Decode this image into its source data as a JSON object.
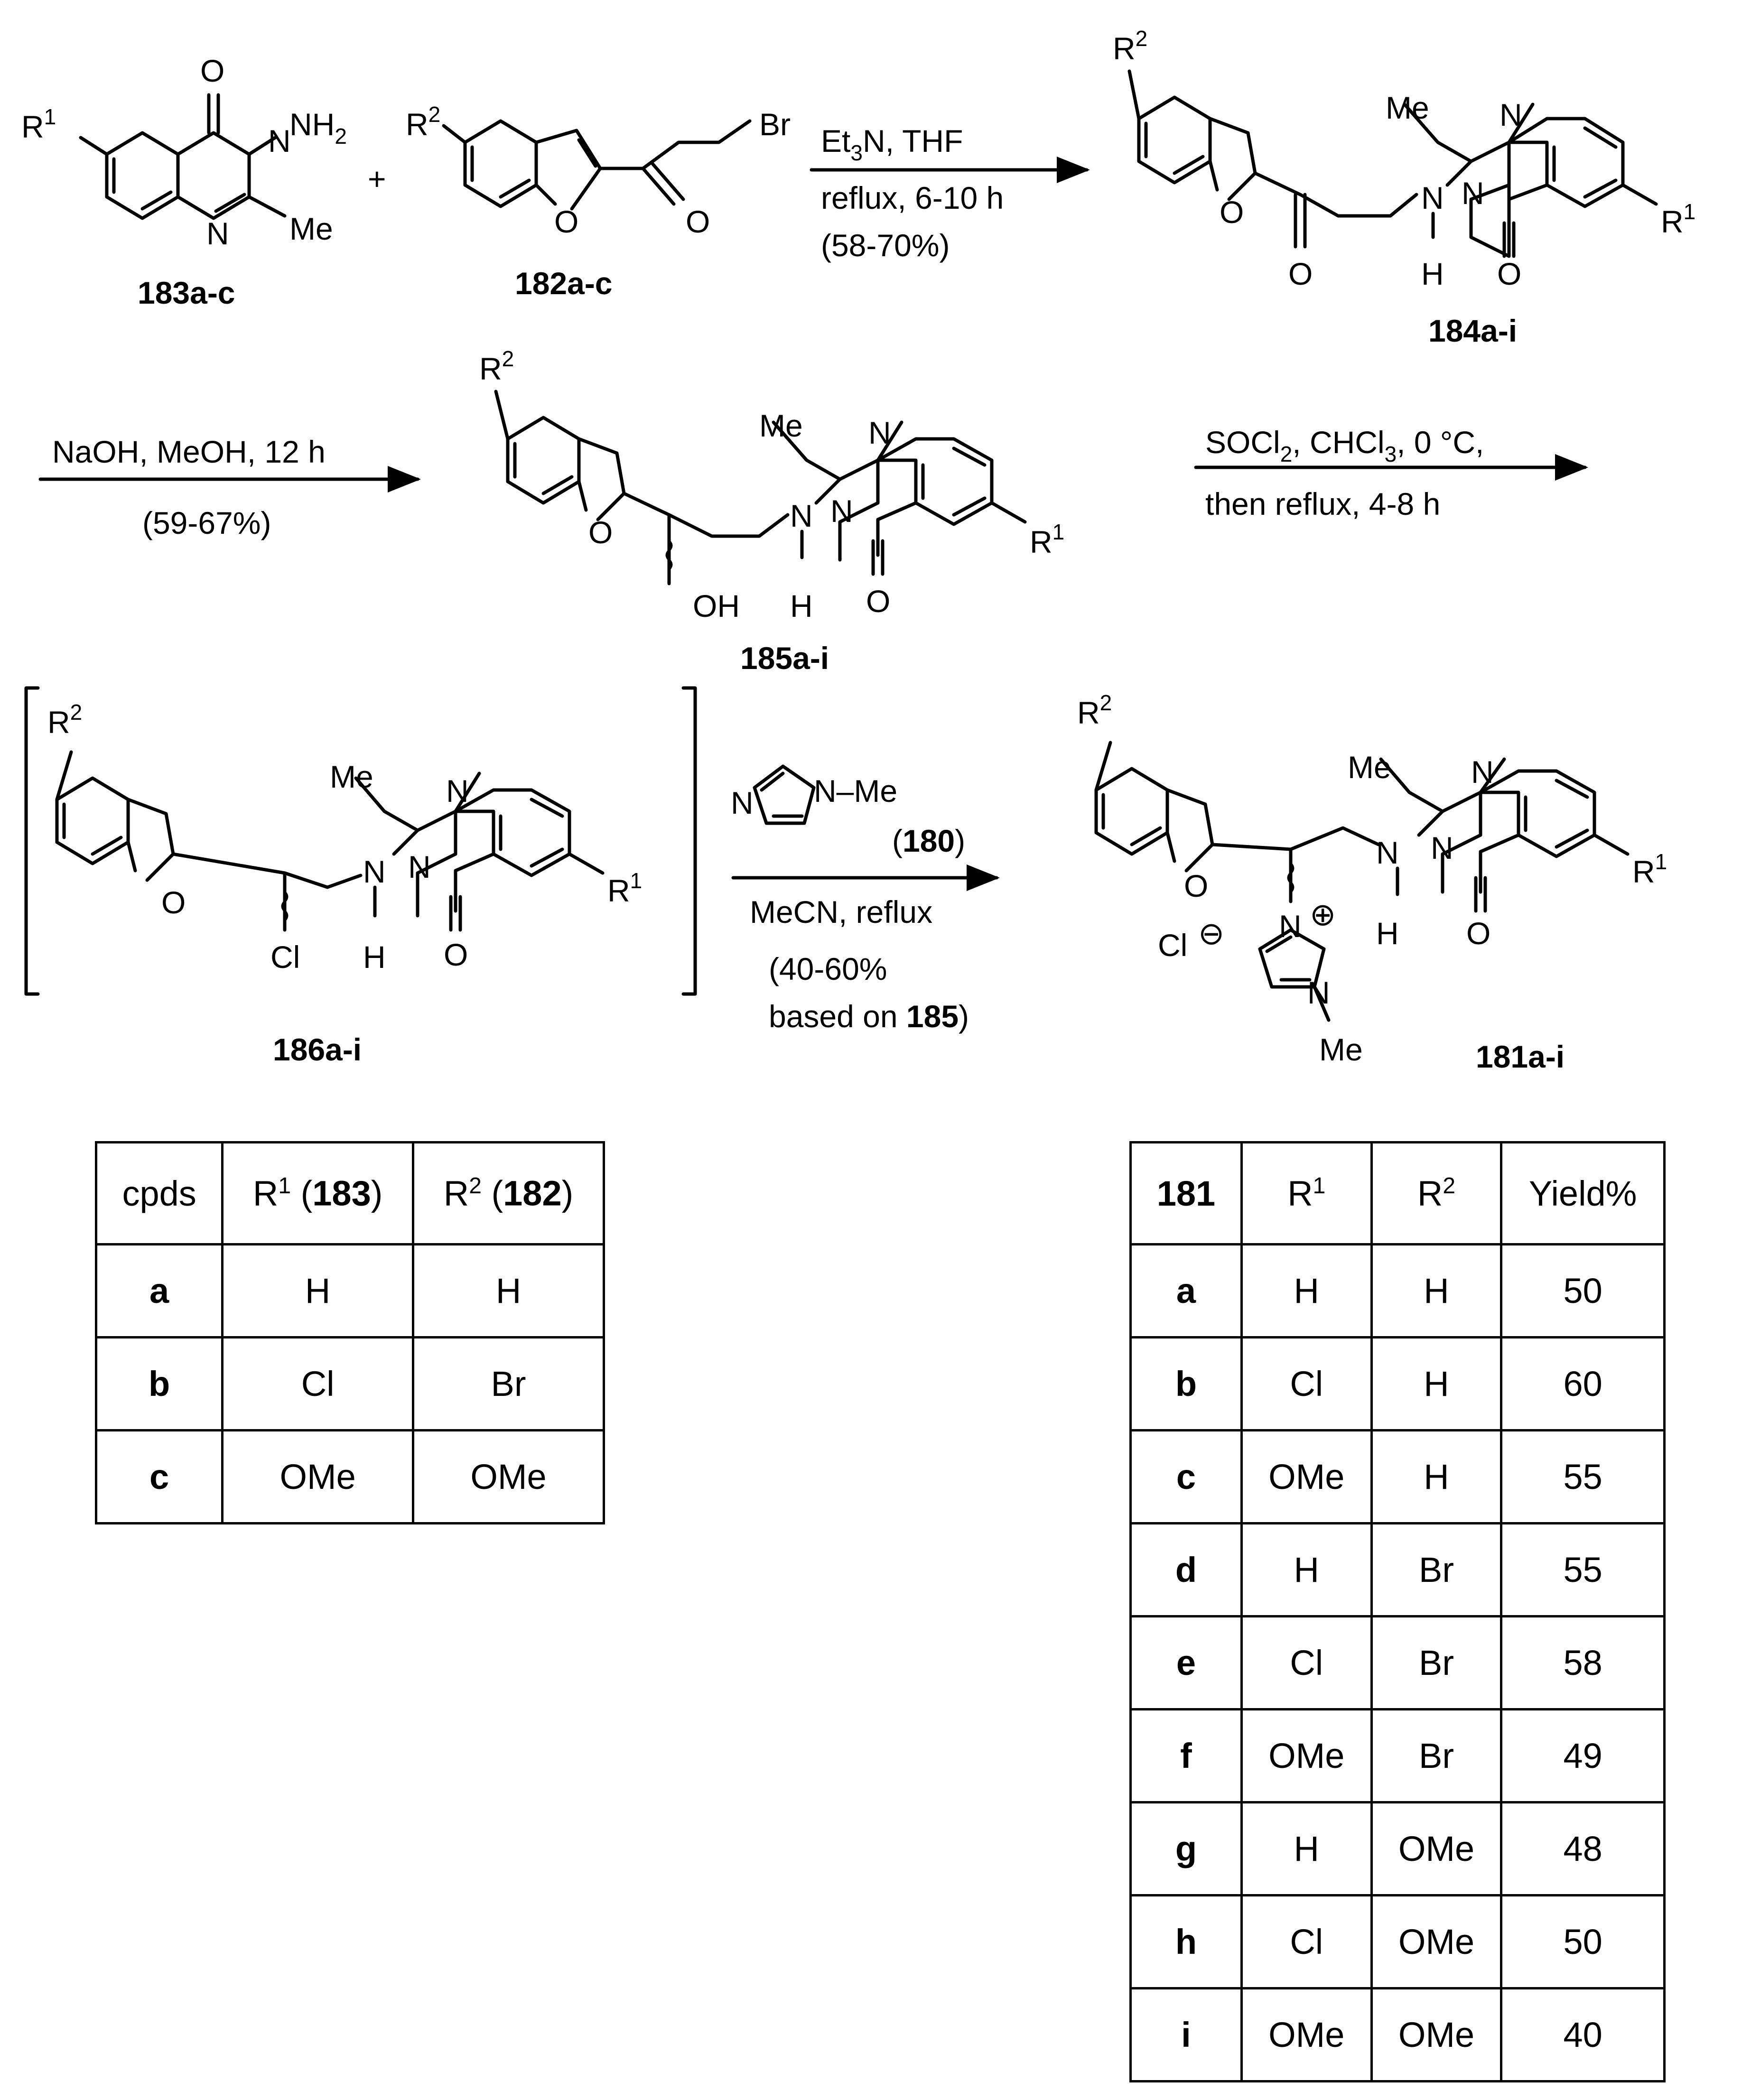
{
  "reagents": {
    "amine": {
      "R": "R",
      "R_sup": "1",
      "NH": "N",
      "NH2": "NH",
      "NH2_sub": "2",
      "N": "N",
      "Me": "Me",
      "O": "O",
      "label": "183a-c"
    },
    "plus": "+",
    "ketone": {
      "R": "R",
      "R_sup": "2",
      "O_ring": "O",
      "O": "O",
      "Br": "Br",
      "label": "182a-c"
    }
  },
  "step1": {
    "line1_a": "Et",
    "line1_sub": "3",
    "line1_b": "N, THF",
    "line2": "reflux, 6-10 h",
    "line3": "(58-70%)"
  },
  "product184": {
    "R2": "R",
    "R2_sup": "2",
    "R1": "R",
    "R1_sup": "1",
    "Me": "Me",
    "N": "N",
    "NH": "N",
    "H": "H",
    "O": "O",
    "label": "184a-i"
  },
  "step2": {
    "line1": "NaOH, MeOH, 12 h",
    "line2": "(59-67%)"
  },
  "product185": {
    "R2": "R",
    "R2_sup": "2",
    "R1": "R",
    "R1_sup": "1",
    "Me": "Me",
    "N": "N",
    "NH": "N",
    "H": "H",
    "O": "O",
    "OH": "OH",
    "label": "185a-i"
  },
  "step3": {
    "l1a": "SOCl",
    "l1s": "2",
    "l1b": ", CHCl",
    "l1s2": "3",
    "l1c": ", 0 °C,",
    "line2": "then reflux, 4-8 h"
  },
  "intermediate186": {
    "R2": "R",
    "R2_sup": "2",
    "R1": "R",
    "R1_sup": "1",
    "Me": "Me",
    "N": "N",
    "NH": "N",
    "H": "H",
    "O": "O",
    "Cl": "Cl",
    "label": "186a-i"
  },
  "step4": {
    "imid_N": "N",
    "imid_NMe": "N",
    "imid_Me": "–Me",
    "ref_open": "(",
    "ref": "180",
    "ref_close": ")",
    "line1": "MeCN, reflux",
    "line2": "(40-60%",
    "line3a": "based on ",
    "line3b": "185",
    "line3c": ")"
  },
  "product181": {
    "R2": "R",
    "R2_sup": "2",
    "R1": "R",
    "R1_sup": "1",
    "Me": "Me",
    "N": "N",
    "NH": "N",
    "H": "H",
    "O": "O",
    "Cl": "Cl",
    "minus": "⊖",
    "plus": "⊕",
    "Nplus": "N",
    "Nme": "N",
    "Me2": "Me",
    "label": "181a-i"
  },
  "table1": {
    "headers": [
      {
        "t": "cpds"
      },
      {
        "t": "R",
        "sup": "1",
        "pre": " (",
        "b": "183",
        "post": ")"
      },
      {
        "t": "R",
        "sup": "2",
        "pre": " (",
        "b": "182",
        "post": ")"
      }
    ],
    "rows": [
      [
        "a",
        "H",
        "H"
      ],
      [
        "b",
        "Cl",
        "Br"
      ],
      [
        "c",
        "OMe",
        "OMe"
      ]
    ]
  },
  "table2": {
    "headers": [
      {
        "t": "181"
      },
      {
        "t": "R",
        "sup": "1"
      },
      {
        "t": "R",
        "sup": "2"
      },
      {
        "t": "Yield%"
      }
    ],
    "rows": [
      [
        "a",
        "H",
        "H",
        "50"
      ],
      [
        "b",
        "Cl",
        "H",
        "60"
      ],
      [
        "c",
        "OMe",
        "H",
        "55"
      ],
      [
        "d",
        "H",
        "Br",
        "55"
      ],
      [
        "e",
        "Cl",
        "Br",
        "58"
      ],
      [
        "f",
        "OMe",
        "Br",
        "49"
      ],
      [
        "g",
        "H",
        "OMe",
        "48"
      ],
      [
        "h",
        "Cl",
        "OMe",
        "50"
      ],
      [
        "i",
        "OMe",
        "OMe",
        "40"
      ]
    ]
  }
}
